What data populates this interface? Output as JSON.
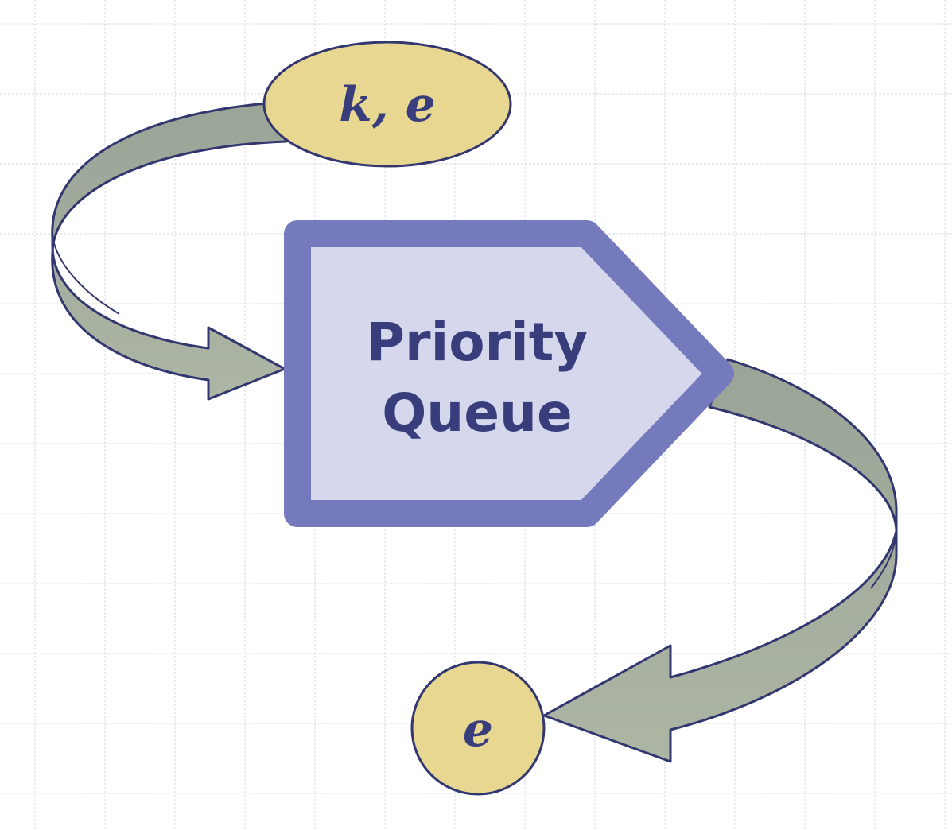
{
  "nodes": {
    "input": {
      "label": "k, e"
    },
    "queue": {
      "line1": "Priority",
      "line2": "Queue"
    },
    "output": {
      "label": "e"
    }
  },
  "colors": {
    "grid": "#d6d8e6",
    "node_fill": "#e8d790",
    "node_stroke": "#33376f",
    "queue_fill": "#d5d8ec",
    "queue_stroke": "#757abd",
    "arrow_fill": "#a3ad9d",
    "arrow_stroke": "#33376f",
    "text": "#3a3d7c"
  }
}
